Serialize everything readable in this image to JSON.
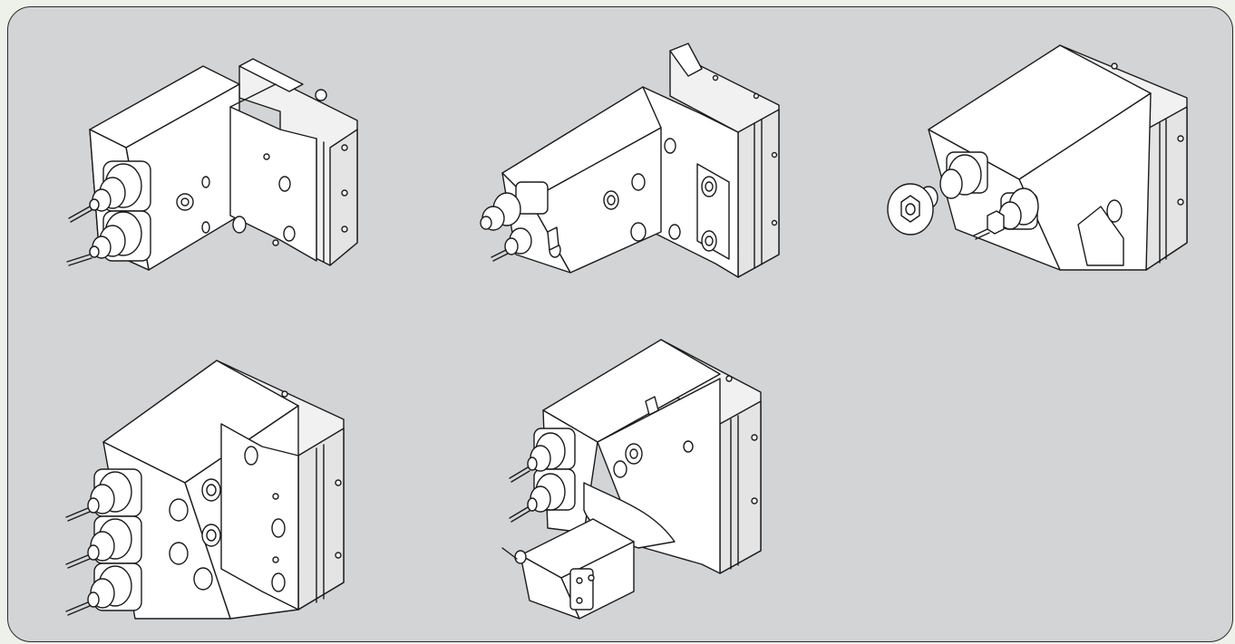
{
  "figure": {
    "background_color": "#d3d4d6",
    "border_color": "#2a2a2a",
    "line_color": "#1b1b1b",
    "units": [
      {
        "kind": "double-spindle-angle-head",
        "spindles": 2
      },
      {
        "kind": "offset-spindle-head",
        "spindles": 2
      },
      {
        "kind": "saw-blade-head",
        "spindles": 2
      },
      {
        "kind": "triple-spindle-angle-head",
        "spindles": 3
      },
      {
        "kind": "multi-spindle-head-with-extension",
        "spindles": 3
      }
    ]
  }
}
